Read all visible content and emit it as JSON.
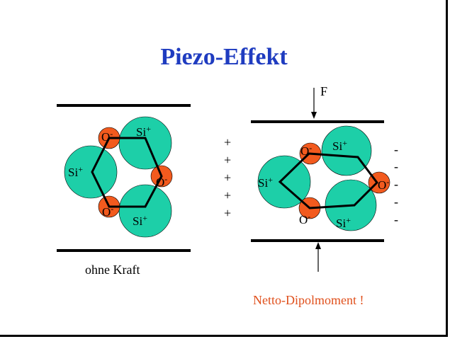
{
  "title": "Piezo-Effekt",
  "colors": {
    "title": "#1f3cc0",
    "silicon": "#1dcfa8",
    "oxygen": "#f25a1e",
    "outline": "#000000",
    "netto": "#e0501c"
  },
  "left_panel": {
    "caption": "ohne Kraft",
    "atoms": {
      "si_top": "Si+",
      "si_left": "Si+",
      "si_bottom": "Si+",
      "o_top": "O-",
      "o_right": "O-",
      "o_bottom": "O-"
    }
  },
  "right_panel": {
    "force_label": "F",
    "atoms": {
      "si_top": "Si+",
      "si_left": "Si+",
      "si_bottom": "Si+",
      "o_top": "O-",
      "o_right": "O-",
      "o_bottom": "O-"
    },
    "plus_signs": [
      "+",
      "+",
      "+",
      "+",
      "+"
    ],
    "minus_signs": [
      "-",
      "-",
      "-",
      "-",
      "-"
    ]
  },
  "netto_label": "Netto-Dipolmoment !"
}
